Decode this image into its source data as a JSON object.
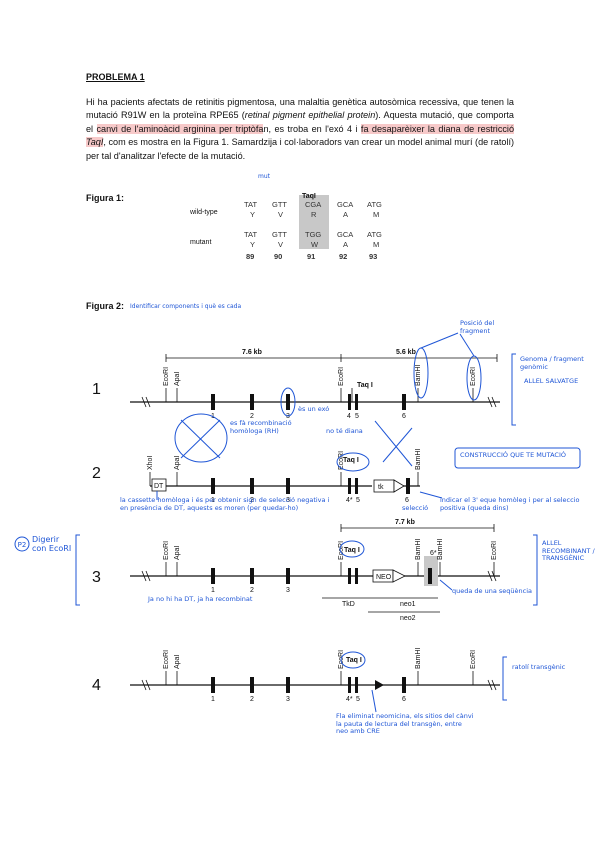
{
  "title": "PROBLEMA 1",
  "paragraph": {
    "p1": "Hi ha pacients afectats de retinitis pigmentosa, una malaltia genètica autosòmica recessiva, que tenen la mutació R91W en la proteïna RPE65 (",
    "p1_italic": "retinal pigment epithelial protein",
    "p2": "). Aquesta mutació, que comporta el ",
    "hl1": "canvi de l'aminoàcid arginina per triptòfa",
    "p3": "n, es troba en l'exó 4 i ",
    "hl2": "fa desaparèixer la diana de restricció ",
    "hl2_italic": "TaqI",
    "p4": ", com es mostra en la Figura 1. Samardzija i col·laboradors van crear un model animal murí (de ratolí) per tal d'analitzar l'efecte de la mutació."
  },
  "figure1": {
    "label": "Figura 1:",
    "enzyme": "TaqI",
    "wt_label": "wild-type",
    "mut_label": "mutant",
    "wt_codons": [
      "TAT",
      "GTT",
      "CGA",
      "GCA",
      "ATG"
    ],
    "wt_aa": [
      "Y",
      "V",
      "R",
      "A",
      "M"
    ],
    "mut_codons": [
      "TAT",
      "GTT",
      "TGG",
      "GCA",
      "ATG"
    ],
    "mut_aa": [
      "Y",
      "V",
      "W",
      "A",
      "M"
    ],
    "positions": [
      "89",
      "90",
      "91",
      "92",
      "93"
    ]
  },
  "figure2": {
    "label": "Figura 2:",
    "row_numbers": [
      "1",
      "2",
      "3",
      "4"
    ],
    "sizes": [
      "7.6 kb",
      "5.6 kb",
      "7.7 kb"
    ],
    "sites": {
      "ecori": "EcoRI",
      "apai": "ApaI",
      "xhoi": "XhoI",
      "taqi": "Taq I",
      "bamhi": "BamHI"
    },
    "exons": [
      "1",
      "2",
      "3",
      "4",
      "5",
      "6"
    ],
    "exon4_mut": "4*",
    "exon6_mod": "6*",
    "boxes": {
      "dt": "DT",
      "tk": "TK",
      "neo": "NEO",
      "tk_box": "tk"
    },
    "probes": {
      "tkd": "TkD",
      "neo1": "neo1",
      "neo2": "neo2"
    }
  },
  "notes": {
    "fig1_mark": "mut",
    "fig2_head": "Identificar components i què es cada",
    "pos_fragment": "Posició del fragment",
    "genomic": "Genoma / fragment genòmic",
    "allele_salvatge": "ALLEL SALVATGE",
    "exo3": "ès un exó",
    "hom_recomb": "es fà recombinació homòloga (RH)",
    "not_rec": "no té diana",
    "construction": "CONSTRUCCIÓ QUE TE MUTACIÓ",
    "selection": "selecció",
    "dt_note": "la cassette homòloga i és per obtenir sign de selecció negativa i en presència de DT, aquests es moren (per quedar-ho)",
    "indicate": "indicar el 3' eque homòleg i per al seleccio positiva (queda dins)",
    "digest": "Digerir con EcoRI",
    "recomb": "ALLEL RECOMBINANT / TRANSGÈNIC",
    "dt_lost": "Ja no hi ha DT, ja ha recombinat",
    "queda": "queda de una seqüència",
    "mutant_lbl": "ratolí transgènic",
    "bottom": "Fla eliminat neomicina, els sitios del cànvi la pauta de lectura del transgèn, entre neo amb CRE"
  }
}
